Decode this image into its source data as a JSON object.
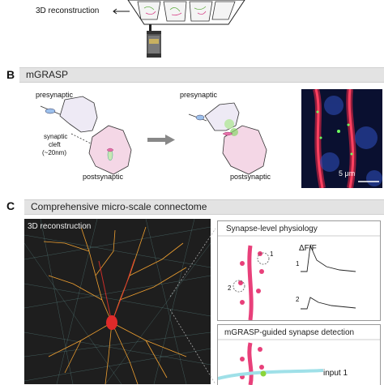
{
  "panelA": {
    "reconstruction_label": "3D reconstruction"
  },
  "panelB": {
    "letter": "B",
    "title": "mGRASP",
    "presynaptic_left": "presynaptic",
    "cleft_line1": "synaptic",
    "cleft_line2": "cleft",
    "cleft_line3": "(~20nm)",
    "postsynaptic_left": "postsynaptic",
    "presynaptic_right": "presynaptic",
    "postsynaptic_right": "postsynaptic",
    "scale_bar": "5 μm"
  },
  "panelC": {
    "letter": "C",
    "title": "Comprehensive micro-scale connectome",
    "recon_label": "3D reconstruction",
    "physiology_title": "Synapse-level physiology",
    "dff_label": "ΔF/F",
    "trace1_label": "1",
    "trace2_label": "2",
    "site1_label": "1",
    "site2_label": "2",
    "detection_title": "mGRASP-guided synapse detection",
    "input_label": "input 1"
  },
  "colors": {
    "bar_bg": "#e3e3e3",
    "dendrite_pink": "#e8407a",
    "cell_pink": "#f4d7e6",
    "axon_cyan": "#9fe0e8"
  }
}
